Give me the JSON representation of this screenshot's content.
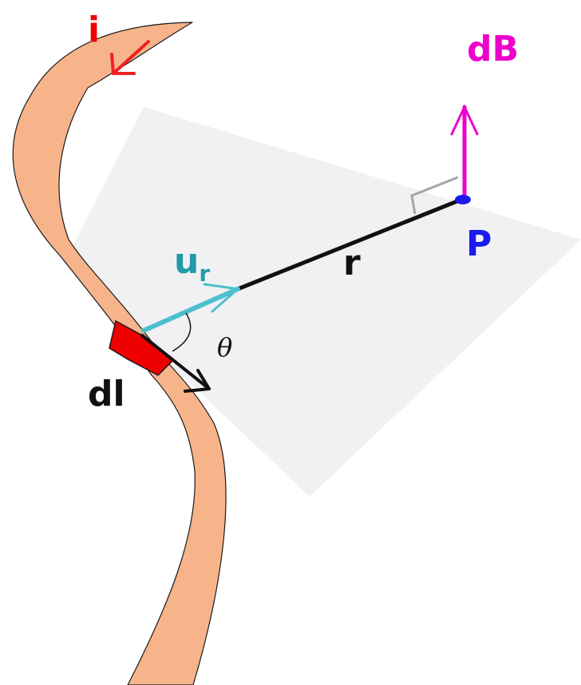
{
  "labels": {
    "current": "i",
    "field": "dB",
    "point": "P",
    "unit_vector_main": "u",
    "unit_vector_sub": "r",
    "distance": "r",
    "angle": "θ",
    "element": "dl"
  },
  "colors": {
    "wire": "#f7b48a",
    "wire_outline": "#1a1a1a",
    "current_element": "#ee0000",
    "current_arrow": "#ee2222",
    "plane": "#f1f1f4",
    "field_arrow": "#ee00cc",
    "point": "#1a1aee",
    "unit_vector": "#4cc0cf",
    "unit_vector_label": "#1f9aa8",
    "distance_line": "#111111",
    "right_angle_mark": "#a5a5a5",
    "text_dark": "#111111"
  }
}
